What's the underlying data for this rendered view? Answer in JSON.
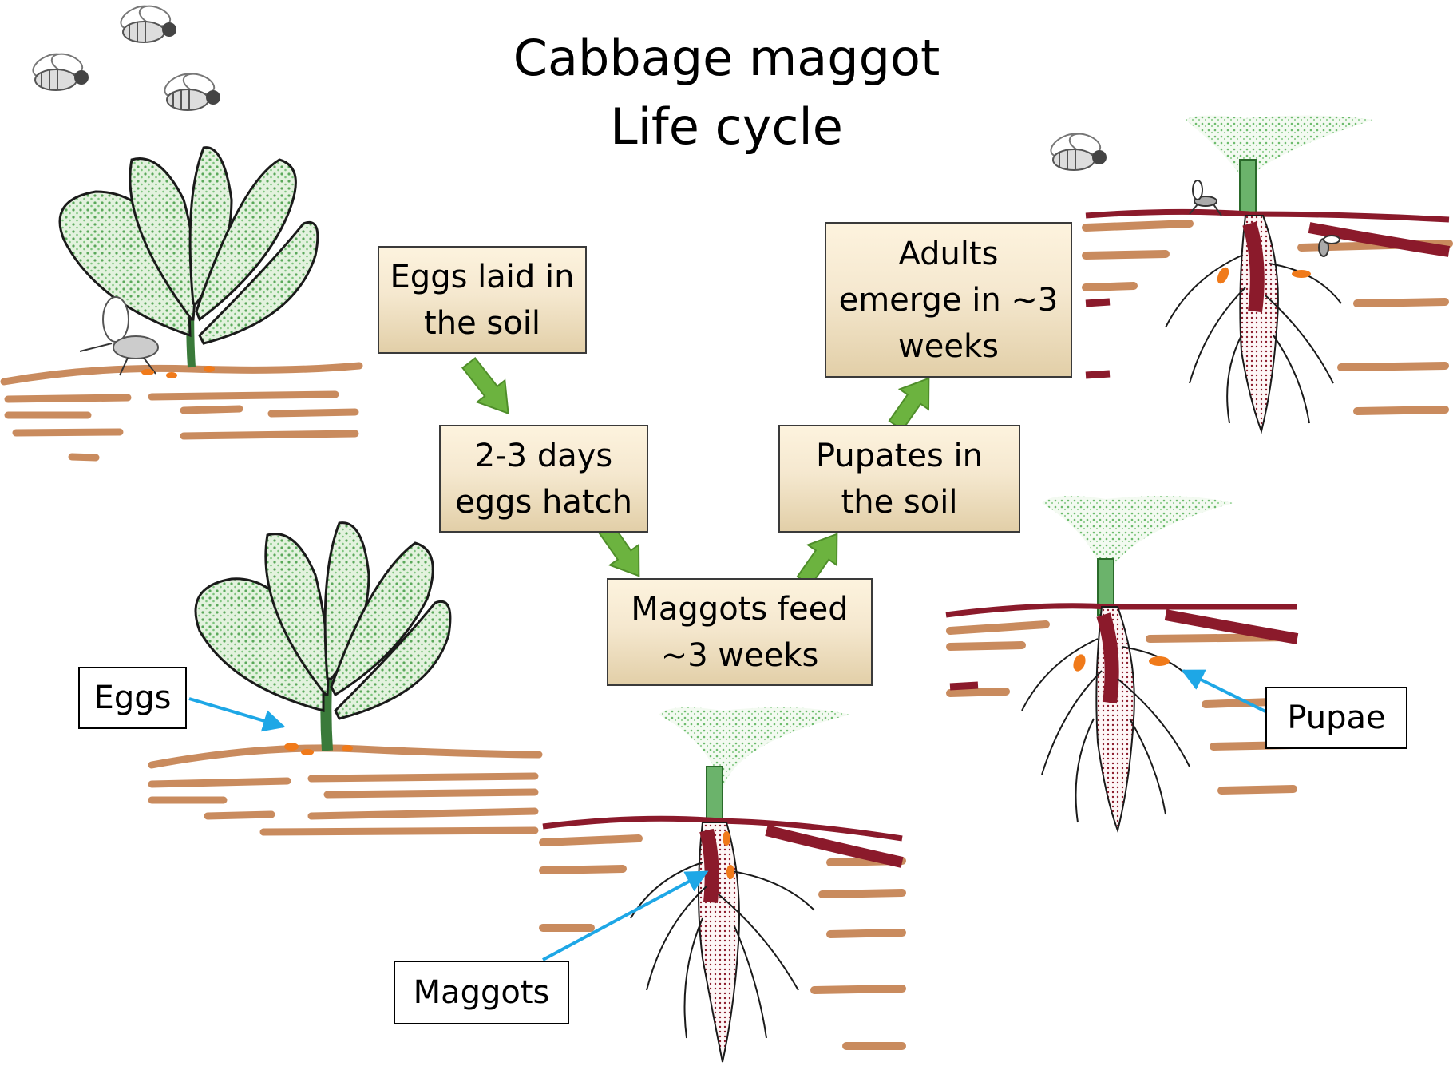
{
  "title": {
    "line1": "Cabbage maggot",
    "line2": "Life cycle"
  },
  "steps": [
    {
      "id": "eggs-laid",
      "line1": "Eggs laid in",
      "line2": "the soil"
    },
    {
      "id": "eggs-hatch",
      "line1": "2-3 days",
      "line2": "eggs hatch"
    },
    {
      "id": "maggots-feed",
      "line1": "Maggots feed",
      "line2": "~3 weeks"
    },
    {
      "id": "pupates",
      "line1": "Pupates in",
      "line2": "the soil"
    },
    {
      "id": "adults-emerge",
      "line1": "Adults",
      "line2": "emerge in ~3",
      "line3": "weeks"
    }
  ],
  "callouts": {
    "eggs": "Eggs",
    "maggots": "Maggots",
    "pupae": "Pupae"
  },
  "colors": {
    "step_fill_top": "#fdf3de",
    "step_fill_bottom": "#e2cfa8",
    "arrow_green": "#6cb33f",
    "callout_arrow": "#1ea7e6",
    "soil_brown": "#c98b5e",
    "root_red": "#8b1a2b",
    "leaf_green": "#6bb36b",
    "egg_orange": "#f07a1a"
  }
}
